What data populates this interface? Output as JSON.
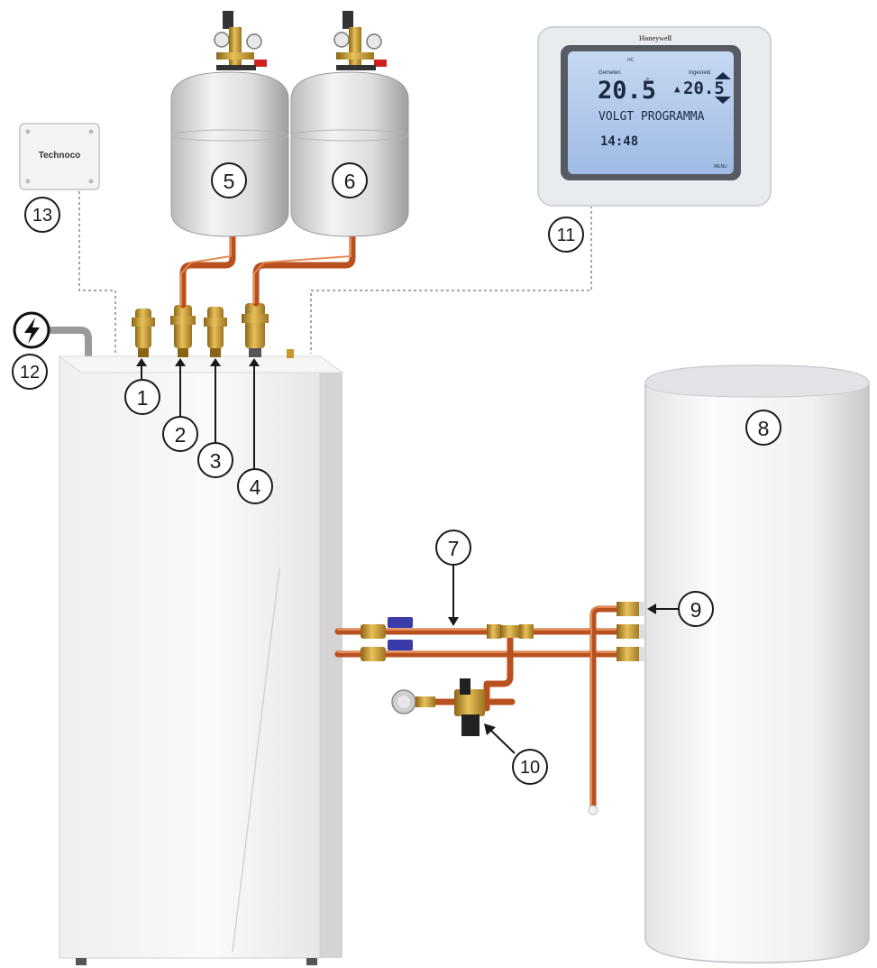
{
  "labels": {
    "n1": "1",
    "n2": "2",
    "n3": "3",
    "n4": "4",
    "n5": "5",
    "n6": "6",
    "n7": "7",
    "n8": "8",
    "n9": "9",
    "n10": "10",
    "n11": "11",
    "n12": "12",
    "n13": "13"
  },
  "sensor_box": {
    "brand": "Technoco"
  },
  "thermostat": {
    "brand": "Honeywell",
    "top_tiny": "HC",
    "left_caption": "Gemeten",
    "right_caption": "Ingesteld",
    "current_temp": "20.5",
    "setpoint_temp": "20.5",
    "status": "VOLGT PROGRAMMA",
    "time": "14:48",
    "corner_tiny": "MENU"
  },
  "colors": {
    "copper_pipe": "#b8501f",
    "brass_fitting": "#c9972b",
    "valve_blue": "#3a3aa8",
    "lcd_screen": "#aec7ea"
  },
  "icons": {
    "power": "lightning-bolt-icon"
  }
}
